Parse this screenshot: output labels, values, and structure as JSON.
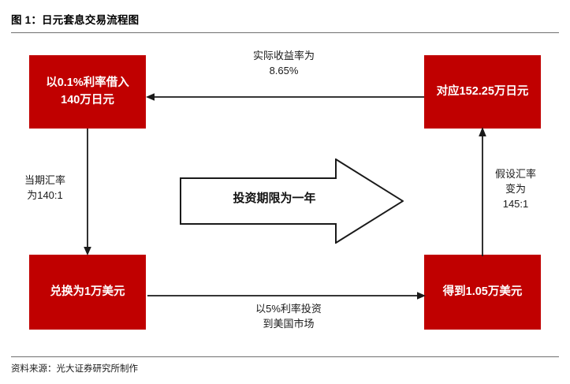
{
  "figure": {
    "title": "图 1：日元套息交易流程图",
    "source": "资料来源：光大证券研究所制作"
  },
  "colors": {
    "box_fill": "#c00000",
    "box_text": "#ffffff",
    "line": "#1a1a1a",
    "rule": "#6f6f6f",
    "background": "#ffffff"
  },
  "nodes": {
    "top_left": "以0.1%利率借入140万日元",
    "top_right": "对应152.25万日元",
    "bottom_left": "兑换为1万美元",
    "bottom_right": "得到1.05万美元"
  },
  "connector_labels": {
    "top": "实际收益率为\n8.65%",
    "left": "当期汇率\n为140:1",
    "right": "假设汇率\n变为\n145:1",
    "bottom": "以5%利率投资\n到美国市场"
  },
  "center_arrow": {
    "label": "投资期限为一年",
    "direction": "right"
  },
  "chart_data": {
    "type": "diagram",
    "title": "图 1：日元套息交易流程图",
    "nodes": [
      {
        "id": "borrow_jpy",
        "label": "以0.1%利率借入140万日元",
        "position": "top-left",
        "fill": "#c00000"
      },
      {
        "id": "repay_jpy",
        "label": "对应152.25万日元",
        "position": "top-right",
        "fill": "#c00000"
      },
      {
        "id": "convert_usd",
        "label": "兑换为1万美元",
        "position": "bottom-left",
        "fill": "#c00000"
      },
      {
        "id": "receive_usd",
        "label": "得到1.05万美元",
        "position": "bottom-right",
        "fill": "#c00000"
      }
    ],
    "edges": [
      {
        "from": "borrow_jpy",
        "to": "convert_usd",
        "label": "当期汇率为140:1",
        "direction": "down"
      },
      {
        "from": "convert_usd",
        "to": "receive_usd",
        "label": "以5%利率投资到美国市场",
        "direction": "right"
      },
      {
        "from": "receive_usd",
        "to": "repay_jpy",
        "label": "假设汇率变为145:1",
        "direction": "up"
      },
      {
        "from": "repay_jpy",
        "to": "borrow_jpy",
        "label": "实际收益率为8.65%",
        "direction": "left"
      }
    ],
    "annotations": [
      {
        "text": "投资期限为一年",
        "shape": "block-arrow",
        "direction": "right"
      }
    ],
    "values": {
      "borrow_rate_pct": 0.1,
      "borrow_amount_jpy_wan": 140,
      "initial_fx_rate": "140:1",
      "usd_principal_wan": 1,
      "invest_rate_pct": 5,
      "usd_return_wan": 1.05,
      "assumed_fx_rate": "145:1",
      "repay_jpy_wan": 152.25,
      "effective_return_pct": 8.65
    }
  }
}
